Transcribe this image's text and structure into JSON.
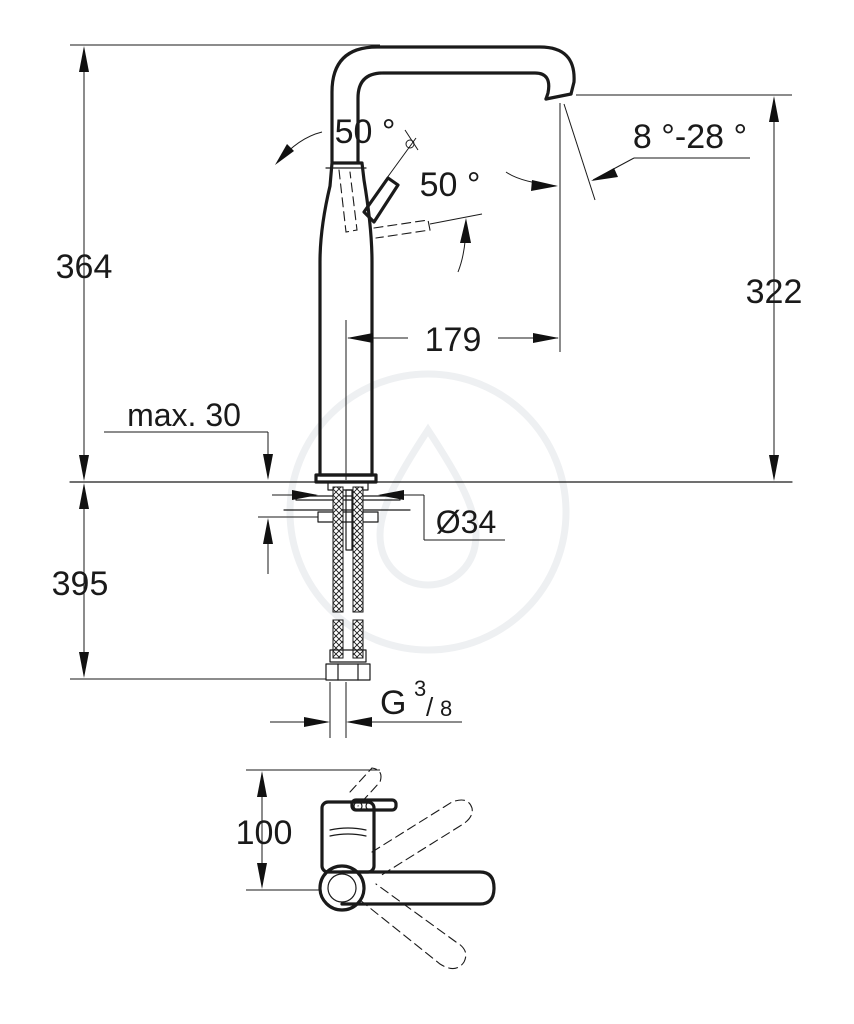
{
  "dimensions": {
    "total_height": "364",
    "spout_height": "322",
    "reach": "179",
    "max_counter_thickness": "max. 30",
    "hole_diameter": "Ø34",
    "below_counter": "395",
    "connection_main": "G",
    "connection_num": "3",
    "connection_den": "8",
    "lever_depth": "100"
  },
  "angles": {
    "lever_rear": "50 °",
    "lever_front": "50 °",
    "spout_tilt": "8 °-28 °"
  },
  "colors": {
    "line": "#1a1a1a",
    "background": "#ffffff",
    "watermark": "#eef0f2"
  }
}
